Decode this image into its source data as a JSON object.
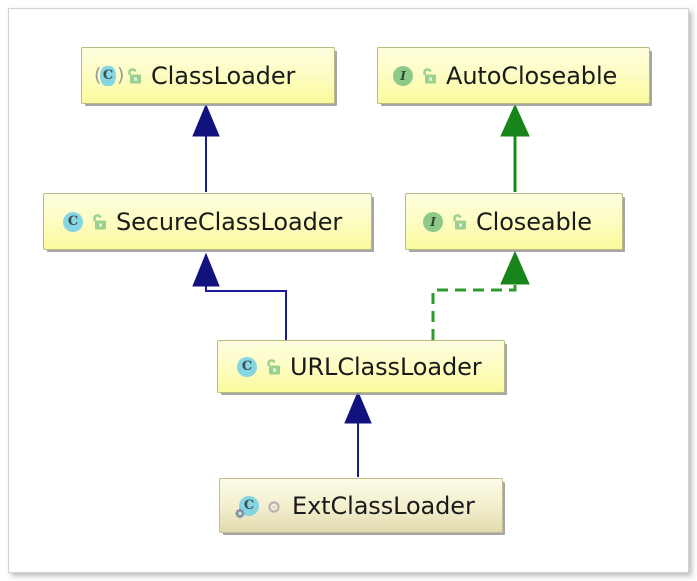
{
  "diagram": {
    "title": "Java ClassLoader class hierarchy",
    "type": "uml-class-hierarchy",
    "background": "#ffffff",
    "colors": {
      "class_box_fill_top": "#fdfddf",
      "class_box_fill_bottom": "#fafa9d",
      "class_box_border": "#b9b983",
      "static_box_fill_top": "#fcfce6",
      "static_box_fill_bottom": "#e2daae",
      "inheritance_line": "#1a1a96",
      "realization_line": "#188a18",
      "class_icon": "#86d5e3",
      "interface_icon": "#8fc98a",
      "lock_icon": "#8fc98a",
      "package_icon": "#b0b0b0"
    },
    "nodes": [
      {
        "id": "classloader",
        "label": "ClassLoader",
        "kind": "abstract-class",
        "type_icon": "class-abstract-icon",
        "type_glyph": "C",
        "visibility_icon": "lock-open-green-icon",
        "box_style": "yellow"
      },
      {
        "id": "autocloseable",
        "label": "AutoCloseable",
        "kind": "interface",
        "type_icon": "interface-icon",
        "type_glyph": "I",
        "visibility_icon": "lock-open-green-icon",
        "box_style": "yellow"
      },
      {
        "id": "secureclassloader",
        "label": "SecureClassLoader",
        "kind": "class",
        "type_icon": "class-icon",
        "type_glyph": "C",
        "visibility_icon": "lock-open-green-icon",
        "box_style": "yellow"
      },
      {
        "id": "closeable",
        "label": "Closeable",
        "kind": "interface",
        "type_icon": "interface-icon",
        "type_glyph": "I",
        "visibility_icon": "lock-open-green-icon",
        "box_style": "yellow"
      },
      {
        "id": "urlclassloader",
        "label": "URLClassLoader",
        "kind": "class",
        "type_icon": "class-icon",
        "type_glyph": "C",
        "visibility_icon": "lock-open-green-icon",
        "box_style": "yellow"
      },
      {
        "id": "extclassloader",
        "label": "ExtClassLoader",
        "kind": "static-nested-class",
        "type_icon": "class-static-icon",
        "type_glyph": "C",
        "visibility_icon": "package-private-icon",
        "box_style": "tan"
      }
    ],
    "edges": [
      {
        "from": "secureclassloader",
        "to": "classloader",
        "relation": "extends",
        "style": "solid",
        "color": "#1a1a96"
      },
      {
        "from": "closeable",
        "to": "autocloseable",
        "relation": "extends",
        "style": "solid",
        "color": "#188a18"
      },
      {
        "from": "urlclassloader",
        "to": "secureclassloader",
        "relation": "extends",
        "style": "solid",
        "color": "#1a1a96"
      },
      {
        "from": "urlclassloader",
        "to": "closeable",
        "relation": "implements",
        "style": "dashed",
        "color": "#188a18"
      },
      {
        "from": "extclassloader",
        "to": "urlclassloader",
        "relation": "extends",
        "style": "solid",
        "color": "#1a1a96"
      }
    ]
  }
}
